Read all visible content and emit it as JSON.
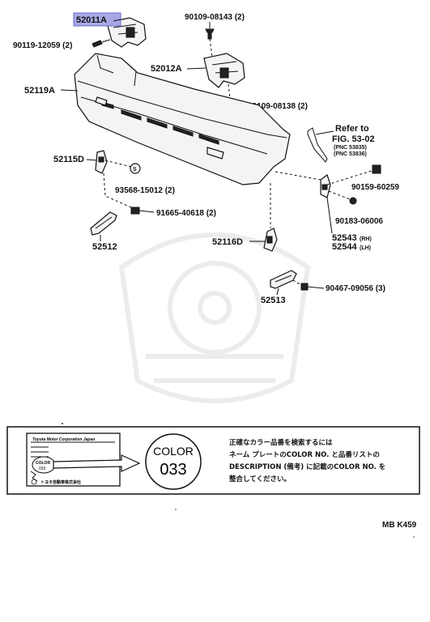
{
  "parts": {
    "p52011A": "52011A",
    "p90119_12059": "90119-12059 (2)",
    "p90109_08143": "90109-08143 (2)",
    "p52012A": "52012A",
    "p52119A": "52119A",
    "p90109_08138": "90109-08138 (2)",
    "refer_line1": "Refer to",
    "refer_line2": "FIG. 53-02",
    "refer_pnc1": "(PNC 53835)",
    "refer_pnc2": "(PNC 53836)",
    "p52115D": "52115D",
    "p93568_15012": "93568-15012 (2)",
    "p90159_60259": "90159-60259",
    "p90183_06006": "90183-06006",
    "p91665_40618": "91665-40618 (2)",
    "p52543": "52543",
    "p52543_side": "(RH)",
    "p52544": "52544",
    "p52544_side": "(LH)",
    "p52512": "52512",
    "p52116D": "52116D",
    "p52513": "52513",
    "p90467_09056": "90467-09056 (3)"
  },
  "color_box": {
    "plate_brand": "Toyota Motor Corporation Japan",
    "plate_color": "COLOR",
    "plate_code": "033",
    "plate_maker": "トヨタ自動車株式会社",
    "circle_word": "COLOR",
    "circle_code": "033",
    "note_line1": "正確なカラー品番を検索するには",
    "note_line2": "ネーム プレートのCOLOR NO. と品番リストの",
    "note_line3": "DESCRIPTION (備考) に記載のCOLOR NO. を",
    "note_line4": "整合してください。"
  },
  "footer_code": "MB K459",
  "colors": {
    "highlight": "#a8a8e6",
    "line": "#111111"
  }
}
